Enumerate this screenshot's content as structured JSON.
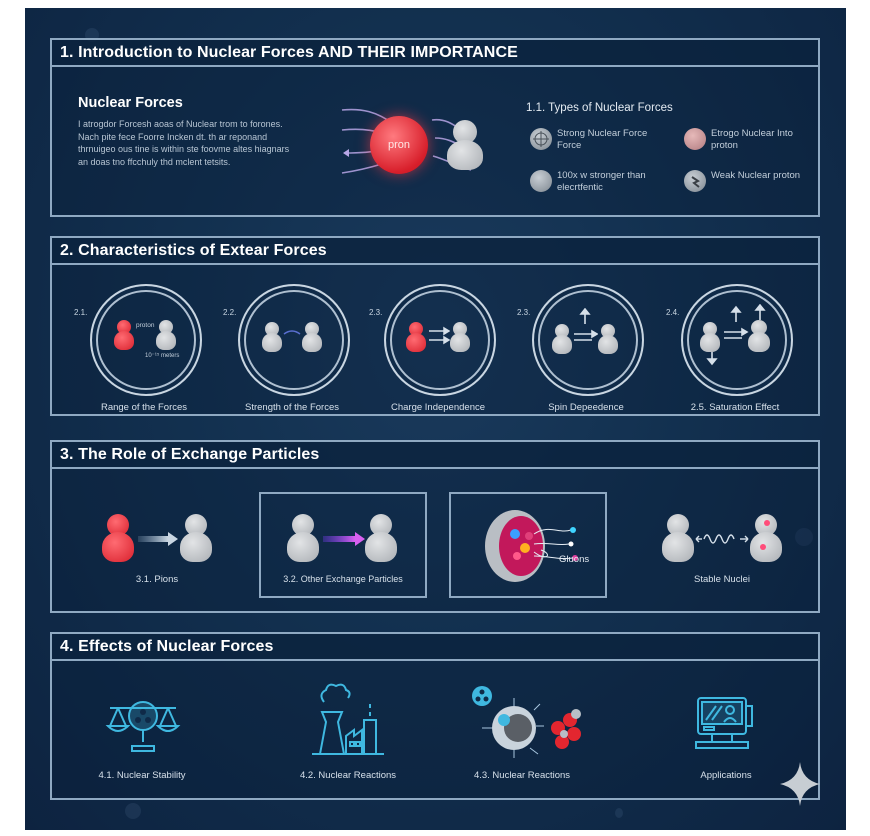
{
  "section1": {
    "title": "1. Introduction to Nuclear Forces AND THEIR IMPORTANCE",
    "intro_heading": "Nuclear Forces",
    "intro_body": "I atrogdor Forcesh aoas of Nuclear trom to forones. Nach pite fece Foorre Incken dt. th ar reponand thrnuigeo ous tine is within ste foovme altes hiagnars an doas tno ffcchuly thd mclent tetsits.",
    "diagram_label": "pron",
    "types_heading": "1.1. Types of Nuclear Forces",
    "types": [
      {
        "icon": "crosshair-circle-icon",
        "text": "Strong Nuclear Force Force"
      },
      {
        "icon": "red-particle-icon",
        "text": "Etrogo Nuclear Into proton"
      },
      {
        "icon": "strength-icon",
        "text": "100x w stronger than elecrtfentic"
      },
      {
        "icon": "weak-force-icon",
        "text": "Weak Nuclear proton"
      }
    ]
  },
  "section2": {
    "title": "2. Characteristics of Extear Forces",
    "items": [
      {
        "num": "2.1.",
        "label": "Range of the Forces",
        "sub1": "proton",
        "sub2": "10⁻¹⁵ meters"
      },
      {
        "num": "2.2.",
        "label": "Strength of the Forces"
      },
      {
        "num": "2.3.",
        "label": "Charge Independence"
      },
      {
        "num": "2.3.",
        "label": "Spin Depeedence"
      },
      {
        "num": "2.4.",
        "label": "2.5. Saturation Effect"
      }
    ]
  },
  "section3": {
    "title": "3. The Role of Exchange Particles",
    "items": [
      {
        "label": "3.1. Pions"
      },
      {
        "label": "3.2. Other Exchange Particles"
      },
      {
        "label": "Gluons"
      },
      {
        "label": "Stable Nuclei"
      }
    ]
  },
  "section4": {
    "title": "4. Effects of Nuclear Forces",
    "items": [
      {
        "icon": "balance-scale-radiation-icon",
        "label": "4.1. Nuclear Stability"
      },
      {
        "icon": "power-plant-icon",
        "label": "4.2. Nuclear Reactions"
      },
      {
        "icon": "fission-icon",
        "label": "4.3. Nuclear Reactions"
      },
      {
        "icon": "computer-monitor-icon",
        "label": "Applications"
      }
    ]
  },
  "colors": {
    "background": "#0f2a48",
    "border": "#8fa9c2",
    "proton_red": "#e3262f",
    "neutron_gray": "#c4c8cc",
    "accent_cyan": "#3fb8e0"
  }
}
